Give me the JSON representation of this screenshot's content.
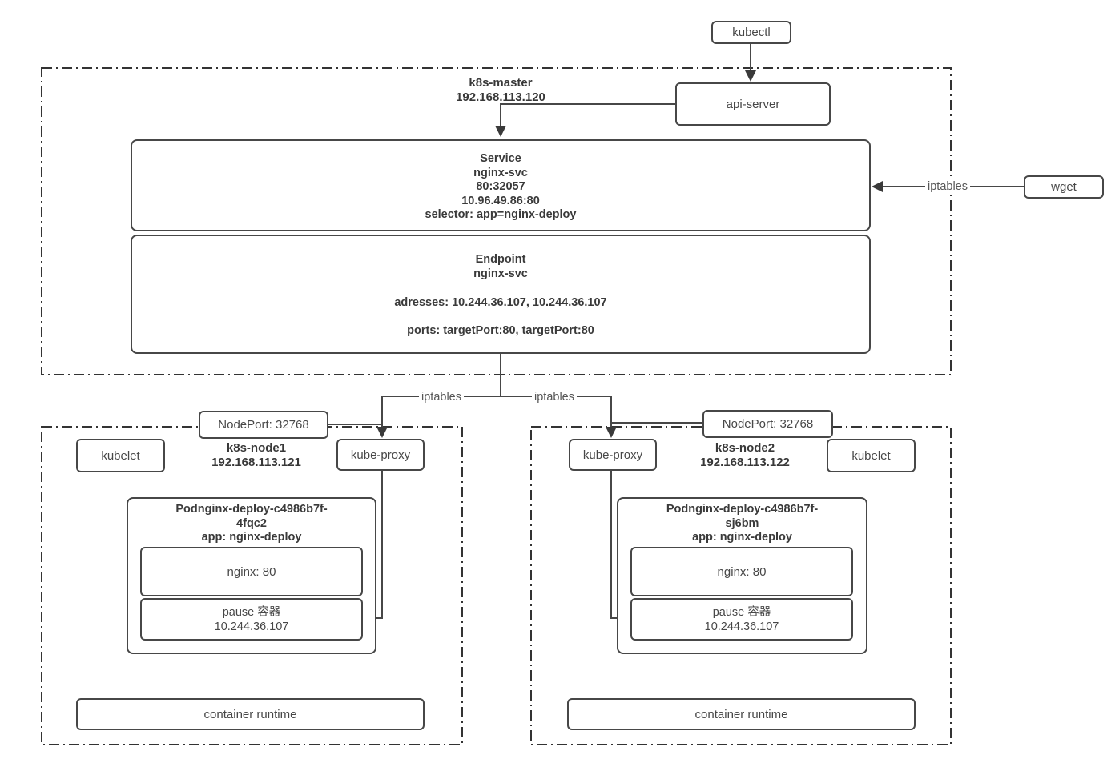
{
  "diagram": {
    "kubectl_label": "kubectl",
    "api_server_label": "api-server",
    "wget_label": "wget",
    "iptables_wget_label": "iptables",
    "iptables_left_label": "iptables",
    "iptables_right_label": "iptables",
    "master": {
      "name": "k8s-master",
      "ip": "192.168.113.120",
      "service": {
        "title": "Service",
        "name": "nginx-svc",
        "port_mapping": "80:32057",
        "cluster_ip": "10.96.49.86:80",
        "selector": "selector: app=nginx-deploy"
      },
      "endpoint": {
        "title": "Endpoint",
        "name": "nginx-svc",
        "addresses": "adresses: 10.244.36.107, 10.244.36.107",
        "ports": "ports: targetPort:80, targetPort:80"
      }
    },
    "nodes": [
      {
        "name": "k8s-node1",
        "ip": "192.168.113.121",
        "nodeport": "NodePort: 32768",
        "kubelet": "kubelet",
        "kube_proxy": "kube-proxy",
        "pod": {
          "title_line1": "Podnginx-deploy-c4986b7f-",
          "title_line2": "4fqc2",
          "title_line3": "app: nginx-deploy",
          "nginx": "nginx: 80",
          "pause_line1": "pause 容器",
          "pause_line2": "10.244.36.107"
        },
        "runtime": "container runtime"
      },
      {
        "name": "k8s-node2",
        "ip": "192.168.113.122",
        "nodeport": "NodePort: 32768",
        "kubelet": "kubelet",
        "kube_proxy": "kube-proxy",
        "pod": {
          "title_line1": "Podnginx-deploy-c4986b7f-",
          "title_line2": "sj6bm",
          "title_line3": "app: nginx-deploy",
          "nginx": "nginx: 80",
          "pause_line1": "pause 容器",
          "pause_line2": "10.244.36.107"
        },
        "runtime": "container runtime"
      }
    ],
    "colors": {
      "box_border": "#474747",
      "dashed_border": "#333333",
      "connector": "#474747",
      "text": "#3a3a3a",
      "background": "#ffffff"
    }
  }
}
